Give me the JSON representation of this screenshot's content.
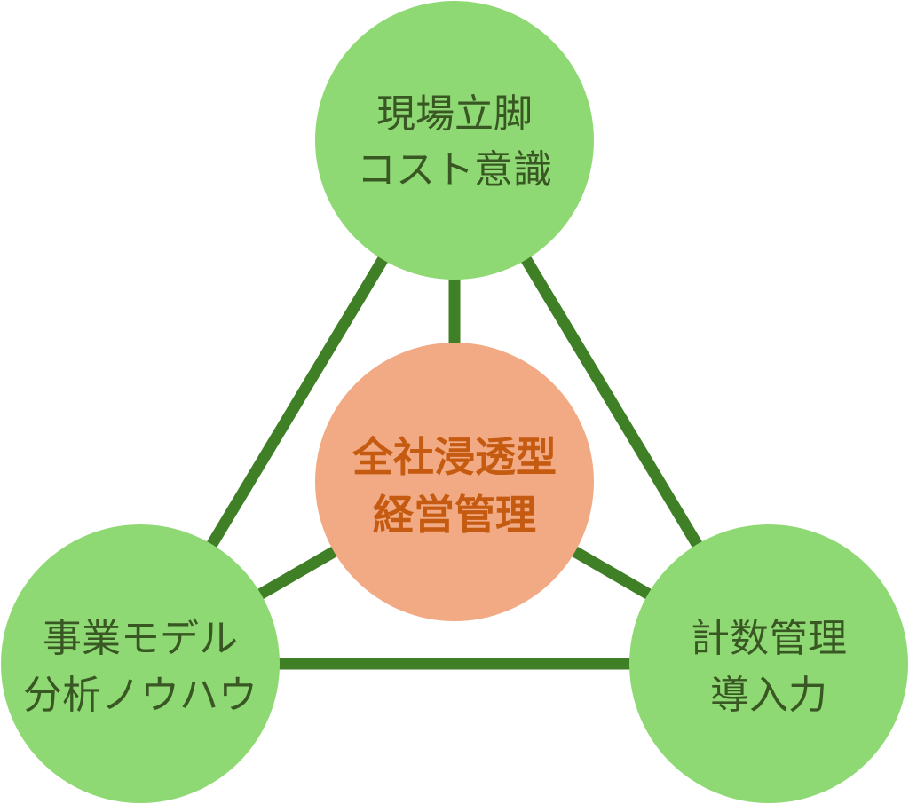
{
  "colors": {
    "outer_node_fill": "#8fd974",
    "outer_node_text": "#385723",
    "center_node_fill": "#f2aa84",
    "center_node_text": "#c55a11",
    "connector": "#3f7f26",
    "background": "#ffffff"
  },
  "nodes": {
    "top": {
      "line1": "現場立脚",
      "line2": "コスト意識"
    },
    "left": {
      "line1": "事業モデル",
      "line2": "分析ノウハウ"
    },
    "right": {
      "line1": "計数管理",
      "line2": "導入力"
    },
    "center": {
      "line1": "全社浸透型",
      "line2": "経営管理"
    }
  }
}
